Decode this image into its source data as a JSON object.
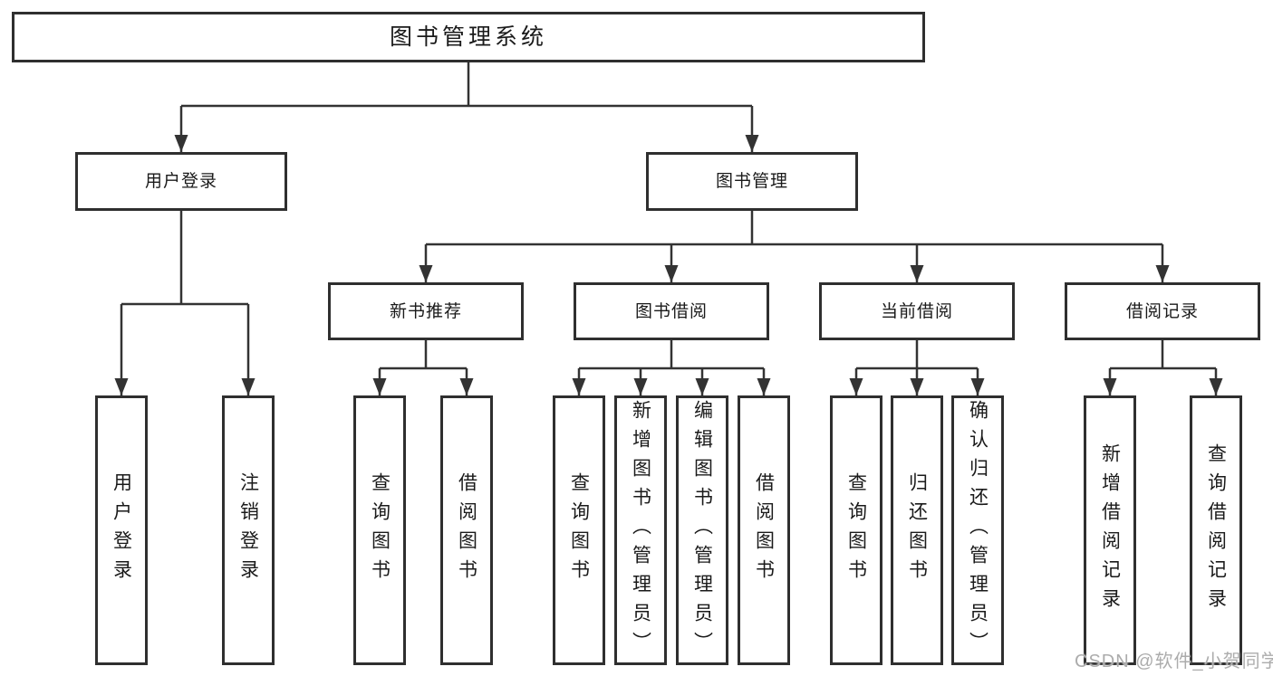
{
  "tree": {
    "root": {
      "label": "图书管理系统"
    },
    "branches": [
      {
        "label": "用户登录",
        "children": [
          {
            "label": "用户登录"
          },
          {
            "label": "注销登录"
          }
        ]
      },
      {
        "label": "图书管理",
        "children": [
          {
            "label": "新书推荐",
            "children": [
              {
                "label": "查询图书"
              },
              {
                "label": "借阅图书"
              }
            ]
          },
          {
            "label": "图书借阅",
            "children": [
              {
                "label": "查询图书"
              },
              {
                "label": "新增图书（管理员）"
              },
              {
                "label": "编辑图书（管理员）"
              },
              {
                "label": "借阅图书"
              }
            ]
          },
          {
            "label": "当前借阅",
            "children": [
              {
                "label": "查询图书"
              },
              {
                "label": "归还图书"
              },
              {
                "label": "确认归还（管理员）"
              }
            ]
          },
          {
            "label": "借阅记录",
            "children": [
              {
                "label": "新增借阅记录"
              },
              {
                "label": "查询借阅记录"
              }
            ]
          }
        ]
      }
    ]
  },
  "watermark": {
    "text": "CSDN @软件_小贺同学",
    "color": "#acacac"
  },
  "colors": {
    "background": "#ffffff",
    "line": "#333333",
    "box_border": "#2f2f2f",
    "text": "#1a1a1a"
  }
}
